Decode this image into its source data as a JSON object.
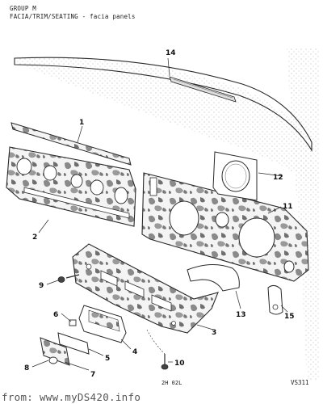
{
  "header": {
    "group": "GROUP M",
    "section": "FACIA/TRIM/SEATING - facia panels"
  },
  "callouts": [
    "1",
    "2",
    "3",
    "4",
    "5",
    "6",
    "7",
    "8",
    "9",
    "10",
    "11",
    "12",
    "13",
    "14",
    "15"
  ],
  "footer": {
    "drawing_code": "2H 02L",
    "reference": "VS311",
    "watermark": "from: www.myDS420.info"
  },
  "colors": {
    "line": "#2a2a2a",
    "mottle": "#8a8a8a",
    "stipple": "#9a9a9a"
  }
}
